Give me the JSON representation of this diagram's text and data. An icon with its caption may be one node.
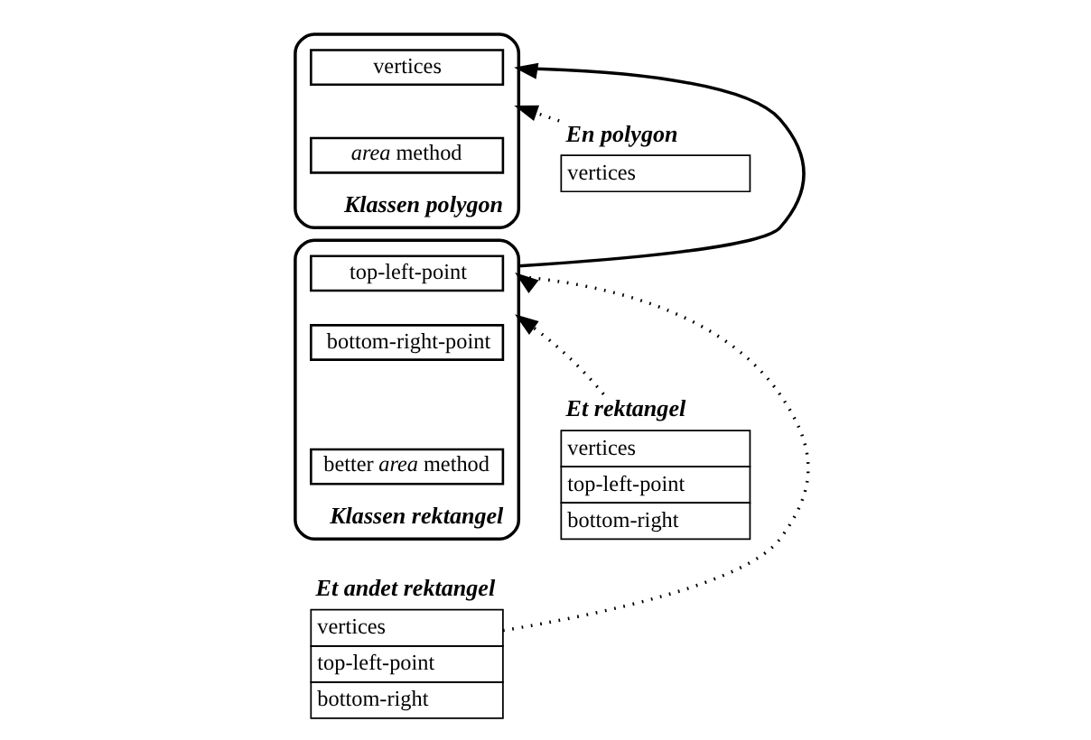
{
  "diagram": {
    "nodes": [
      {
        "text": [
          "Klassen polygon"
        ]
      },
      {
        "text": [
          "vertices"
        ],
        "in": 0
      },
      {
        "text": [
          "*area* method"
        ],
        "in": 0
      },
      {
        "text": [
          "En polygon",
          "vertices"
        ]
      },
      {
        "text": [
          "Klassen rektangel"
        ]
      },
      {
        "text": [
          "top-left-point"
        ],
        "in": 4
      },
      {
        "text": [
          "bottom-right-point"
        ],
        "in": 4
      },
      {
        "text": [
          "better *area* method"
        ],
        "in": 4
      },
      {
        "text": [
          "Et rektangel",
          "vertices",
          "top-left-point",
          "bottom-right"
        ]
      },
      {
        "text": [
          "Et andet rektangel",
          "vertices",
          "top-left-point",
          "bottom-right"
        ]
      }
    ],
    "edges": [
      {
        "from": 3,
        "to": 0,
        "arrow": "to",
        "style": "dashed"
      },
      {
        "from": 4,
        "to": 0,
        "arrow": "to"
      },
      {
        "from": 8,
        "to": 4,
        "arrow": "to",
        "style": "dashed"
      },
      {
        "from": 9,
        "to": 4,
        "arrow": "to",
        "style": "dashed"
      }
    ]
  }
}
